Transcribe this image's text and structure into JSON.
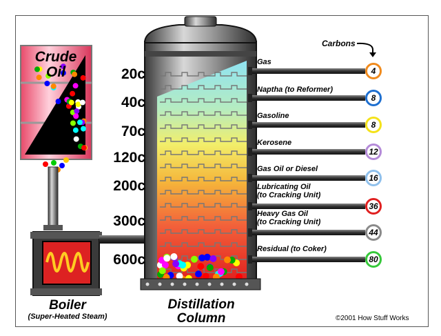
{
  "labels": {
    "crude_oil": [
      "Crude",
      "Oil"
    ],
    "boiler": "Boiler",
    "boiler_sub": "(Super-Heated Steam)",
    "column": [
      "Distillation",
      "Column"
    ],
    "carbons_header": "Carbons",
    "copyright": "©2001 How Stuff Works"
  },
  "temperatures": [
    "20c",
    "40c",
    "70c",
    "120c",
    "200c",
    "300c",
    "600c"
  ],
  "fractions": [
    {
      "name": "Gas",
      "carbons": "4",
      "color": "#f08a1c"
    },
    {
      "name": "Naptha (to Reformer)",
      "carbons": "8",
      "color": "#1e6fd0"
    },
    {
      "name": "Gasoline",
      "carbons": "8",
      "color": "#f4e21a"
    },
    {
      "name": "Kerosene",
      "carbons": "12",
      "color": "#b48ad8"
    },
    {
      "name": "Gas Oil or Diesel",
      "carbons": "16",
      "color": "#8fc0ec"
    },
    {
      "name": "Lubricating Oil (to Cracking Unit)",
      "name_lines": [
        "Lubricating Oil",
        "(to Cracking Unit)"
      ],
      "carbons": "36",
      "color": "#e02020"
    },
    {
      "name": "Heavy Gas Oil (to Cracking Unit)",
      "name_lines": [
        "Heavy Gas Oil",
        "(to Cracking Unit)"
      ],
      "carbons": "44",
      "color": "#8a8a8a"
    },
    {
      "name": "Residual (to Coker)",
      "carbons": "80",
      "color": "#36c83a"
    }
  ]
}
